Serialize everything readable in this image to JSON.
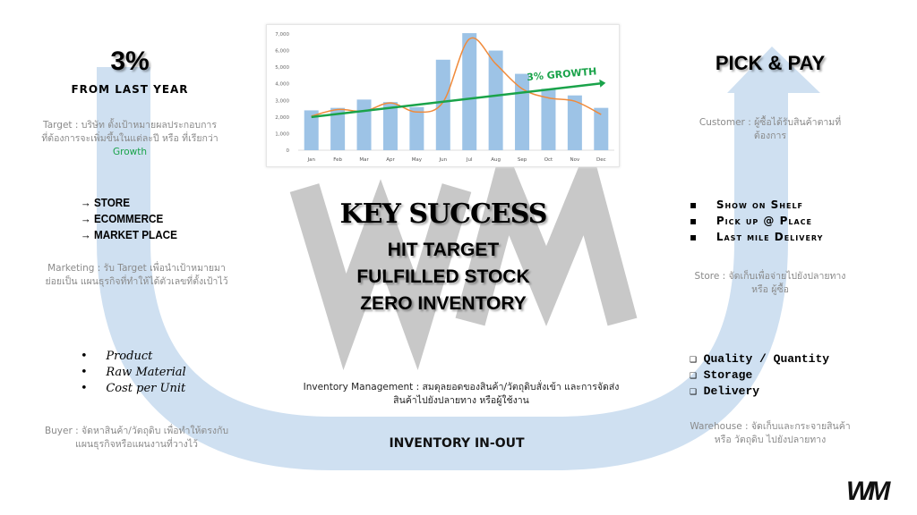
{
  "left": {
    "headline": "3%",
    "subheadline": "FROM LAST YEAR",
    "target_label": "Target : ",
    "target_text": "บริษัท ตั้งเป้าหมายผลประกอบการที่ต้องการจะเพิ่มขึ้นในแต่ละปี หรือ ที่เรียกว่า",
    "target_highlight": "Growth",
    "channels": [
      "→ STORE",
      "→ ECOMMERCE",
      "→ MARKET PLACE"
    ],
    "marketing_label": "Marketing : ",
    "marketing_text": "รับ Target เพื่อนำเป้าหมายมาย่อยเป็น แผนธุรกิจที่ทำให้ได้ตัวเลขที่ตั้งเป้าไว้",
    "buyer_items": [
      "Product",
      "Raw Material",
      "Cost per Unit"
    ],
    "buyer_label": "Buyer : ",
    "buyer_text": "จัดหาสินค้า/วัตถุดิบ เพื่อทำให้ตรงกับ แผนธุรกิจหรือแผนงานที่วางไว้"
  },
  "center": {
    "title": "KEY SUCCESS",
    "lines": [
      "HIT TARGET",
      "FULFILLED STOCK",
      "ZERO INVENTORY"
    ],
    "inventory_label": "Inventory Management : ",
    "inventory_text": "สมดุลยอดของสินค้า/วัตถุดิบสั่งเข้า และการจัดส่งสินค้าไปยังปลายทาง หรือผู้ใช้งาน",
    "flow_label": "INVENTORY IN-OUT",
    "watermark": "WM"
  },
  "right": {
    "headline": "PICK & PAY",
    "customer_label": "Customer : ",
    "customer_text": "ผู้ซื้อได้รับสินค้าตามที่ต้องการ",
    "store_items": [
      "Show on Shelf",
      "Pick up @ Place",
      "Last mile Delivery"
    ],
    "store_label": "Store : ",
    "store_text": "จัดเก็บเพื่อจ่ายไปยังปลายทาง หรือ ผู้ซื้อ",
    "warehouse_items": [
      "Quality / Quantity",
      "Storage",
      "Delivery"
    ],
    "warehouse_label": "Warehouse : ",
    "warehouse_text": "จัดเก็บและกระจายสินค้า หรือ วัตถุดิบ ไปยังปลายทาง"
  },
  "logo": "WM",
  "colors": {
    "arrow": "#cfe0f1",
    "bar": "#9dc3e6",
    "trend": "#f08a3a",
    "growth": "#1aa34a"
  },
  "chart_data": {
    "type": "bar",
    "categories": [
      "Jan",
      "Feb",
      "Mar",
      "Apr",
      "May",
      "Jun",
      "Jul",
      "Aug",
      "Sep",
      "Oct",
      "Nov",
      "Dec"
    ],
    "values": [
      2400,
      2550,
      3050,
      2900,
      2600,
      5450,
      7050,
      6000,
      4600,
      3700,
      3300,
      2550
    ],
    "smooth_line": [
      2050,
      2450,
      2350,
      2850,
      2300,
      2900,
      6700,
      5200,
      3700,
      3150,
      2950,
      2150
    ],
    "growth_arrow": {
      "label": "3% GROWTH",
      "from": 2000,
      "to": 4050
    },
    "yticks": [
      "0",
      "1,000",
      "2,000",
      "3,000",
      "4,000",
      "5,000",
      "6,000",
      "7,000"
    ],
    "ylim": [
      0,
      7000
    ],
    "grid": false
  }
}
